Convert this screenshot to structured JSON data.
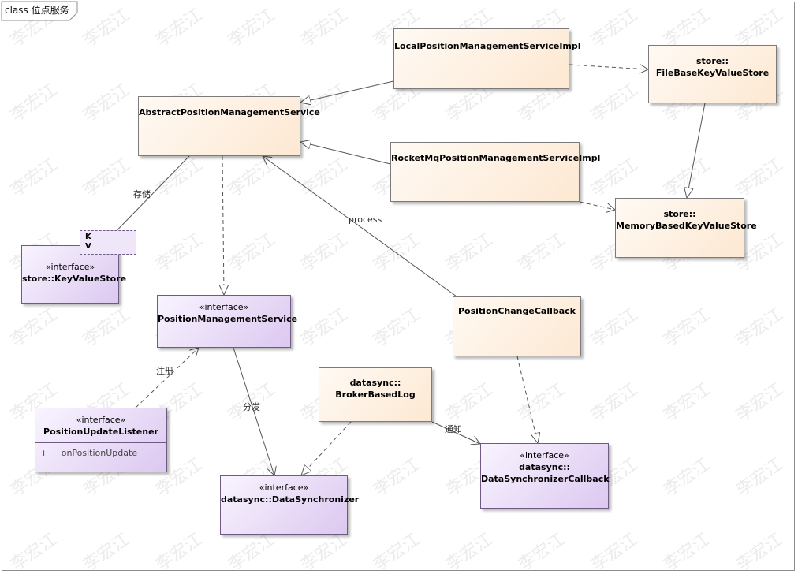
{
  "frame": {
    "label": "class 位点服务"
  },
  "watermark": "李宏江",
  "classes": {
    "local_impl": {
      "name": "LocalPositionManagementServiceImpl"
    },
    "abstract_service": {
      "name": "AbstractPositionManagementService"
    },
    "rocketmq_impl": {
      "name": "RocketMqPositionManagementServiceImpl"
    },
    "file_store": {
      "ns": "store::",
      "name": "FileBaseKeyValueStore"
    },
    "memory_store": {
      "ns": "store::",
      "name": "MemoryBasedKeyValueStore"
    },
    "position_change_callback": {
      "name": "PositionChangeCallback"
    },
    "broker_based_log": {
      "ns": "datasync::",
      "name": "BrokerBasedLog"
    }
  },
  "interfaces": {
    "kv_store": {
      "stereotype": "«interface»",
      "name": "store::KeyValueStore",
      "template_params": [
        "K",
        "V"
      ]
    },
    "position_service": {
      "stereotype": "«interface»",
      "name": "PositionManagementService"
    },
    "update_listener": {
      "stereotype": "«interface»",
      "name": "PositionUpdateListener",
      "member_visibility": "+",
      "member": "onPositionUpdate"
    },
    "data_synchronizer": {
      "stereotype": "«interface»",
      "name": "datasync::DataSynchronizer"
    },
    "sync_callback": {
      "stereotype": "«interface»",
      "ns": "datasync::",
      "name": "DataSynchronizerCallback"
    }
  },
  "edge_labels": {
    "store": "存储",
    "process": "process",
    "register": "注册",
    "dispatch": "分发",
    "notify": "通知"
  },
  "colors": {
    "class_fill_start": "#fffaf4",
    "class_fill_end": "#fde8d2",
    "interface_fill_start": "#f9f4ff",
    "interface_fill_end": "#dcc8f0",
    "line": "#555555"
  }
}
